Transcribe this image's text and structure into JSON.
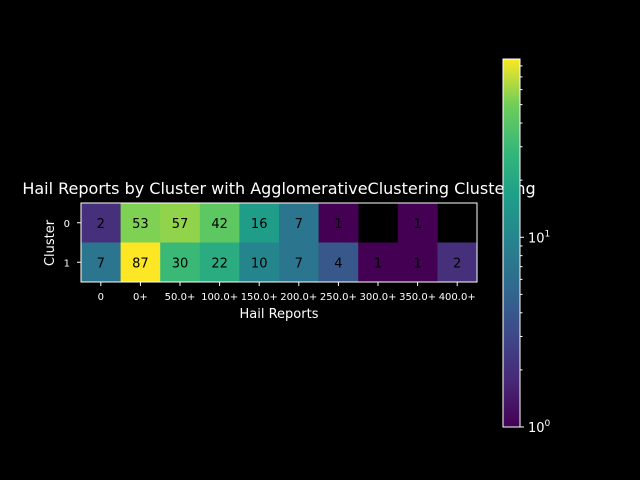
{
  "chart_data": {
    "type": "heatmap",
    "title": "Hail Reports by Cluster with AgglomerativeClustering Clustering",
    "xlabel": "Hail Reports",
    "ylabel": "Cluster",
    "x_categories": [
      "0",
      "0+",
      "50.0+",
      "100.0+",
      "150.0+",
      "200.0+",
      "250.0+",
      "300.0+",
      "350.0+",
      "400.0+"
    ],
    "y_categories": [
      "0",
      "1"
    ],
    "values": [
      [
        2,
        53,
        57,
        42,
        16,
        7,
        1,
        null,
        1,
        null
      ],
      [
        7,
        87,
        30,
        22,
        10,
        7,
        4,
        1,
        1,
        2
      ]
    ],
    "colormap": "viridis",
    "color_scale": "log",
    "clim": [
      1,
      87
    ],
    "colorbar_ticks": [
      {
        "value": 1,
        "label": "10^0"
      },
      {
        "value": 10,
        "label": "10^1"
      }
    ],
    "background_color": "#000000",
    "text_color": "#ffffff",
    "cell_text_color": "#000000"
  }
}
